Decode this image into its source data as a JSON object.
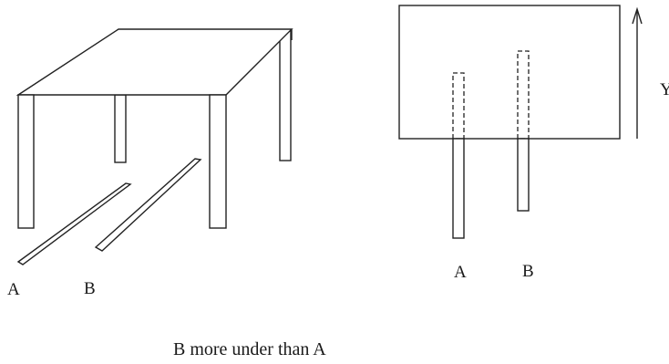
{
  "left_view": {
    "label_a": "A",
    "label_b": "B"
  },
  "right_view": {
    "label_a": "A",
    "label_b": "B",
    "axis_label": "Y"
  },
  "caption": "B more under than A"
}
